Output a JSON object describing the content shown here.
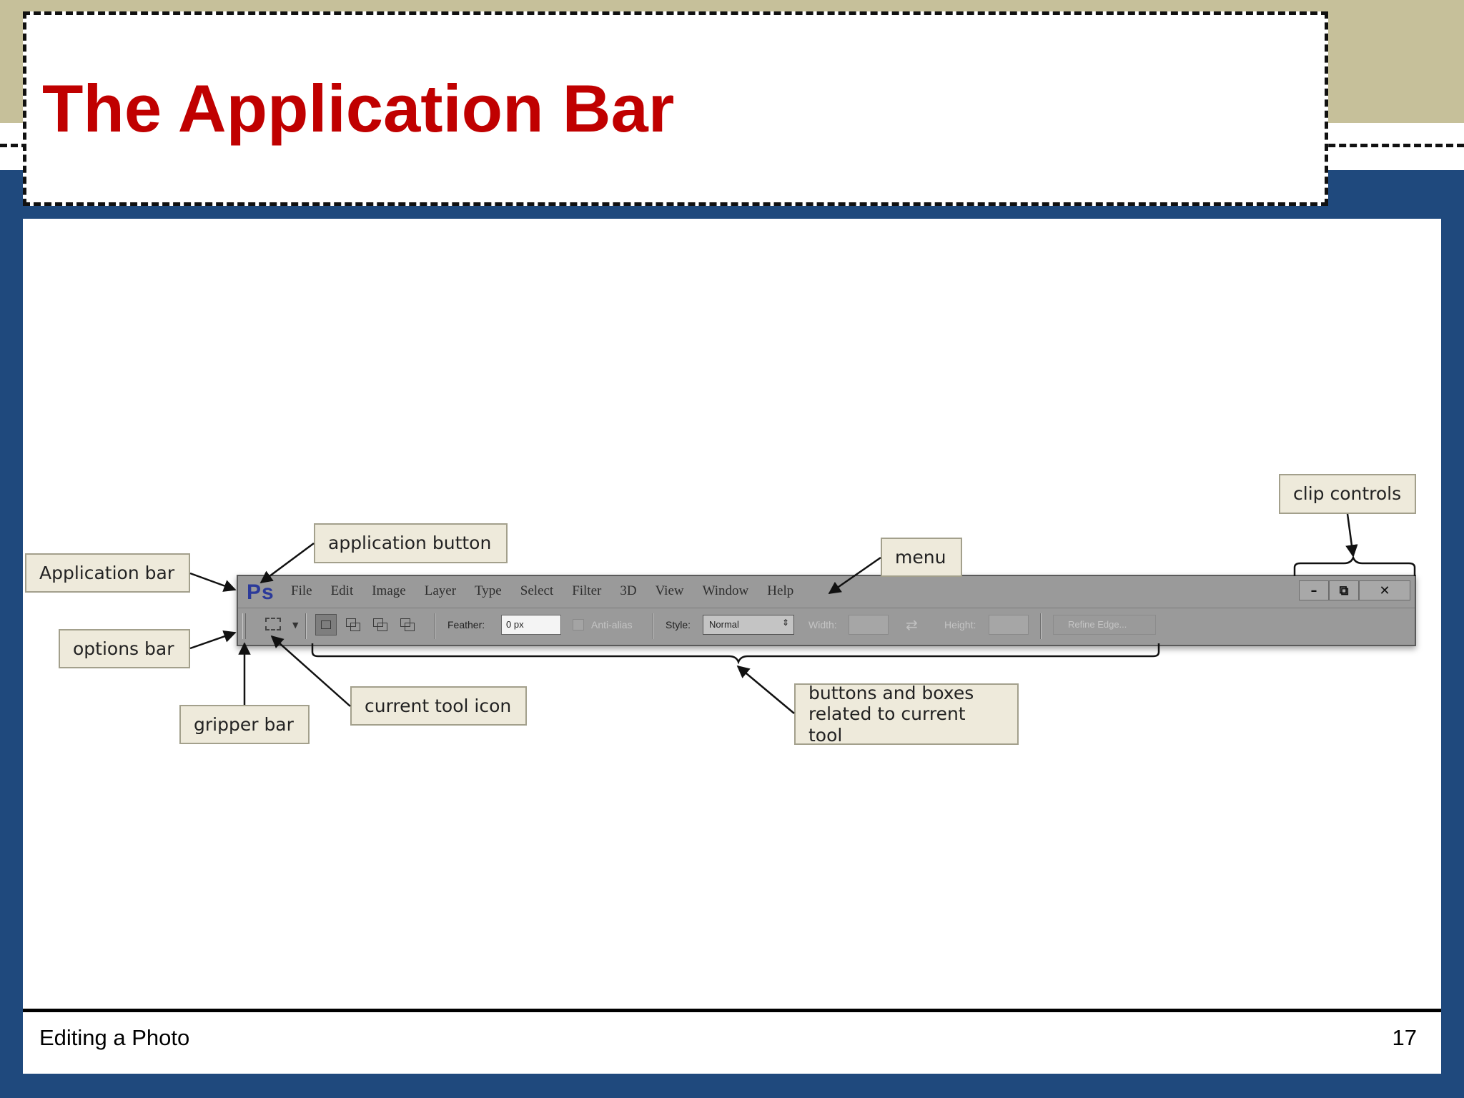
{
  "slide": {
    "title": "The Application Bar",
    "footer_left": "Editing a Photo",
    "page_number": "17"
  },
  "app_bar": {
    "logo": "Ps",
    "menu": [
      "File",
      "Edit",
      "Image",
      "Layer",
      "Type",
      "Select",
      "Filter",
      "3D",
      "View",
      "Window",
      "Help"
    ],
    "window_controls": {
      "minimize": "–",
      "restore": "⧉",
      "close": "✕"
    },
    "options": {
      "feather_label": "Feather:",
      "feather_value": "0 px",
      "anti_alias_label": "Anti-alias",
      "style_label": "Style:",
      "style_value": "Normal",
      "width_label": "Width:",
      "height_label": "Height:",
      "refine_label": "Refine Edge..."
    }
  },
  "callouts": {
    "application_bar": "Application bar",
    "application_button": "application button",
    "menu": "menu",
    "clip_controls": "clip controls",
    "options_bar": "options bar",
    "gripper_bar": "gripper bar",
    "current_tool_icon": "current tool icon",
    "buttons_boxes_line1": "buttons and boxes",
    "buttons_boxes_line2": "related to current tool"
  },
  "colors": {
    "title_red": "#c00000",
    "slide_blue": "#1f497d",
    "header_tan": "#c6c09a",
    "callout_fill": "#eeeadb",
    "ps_logo_blue": "#2b3a9a"
  }
}
